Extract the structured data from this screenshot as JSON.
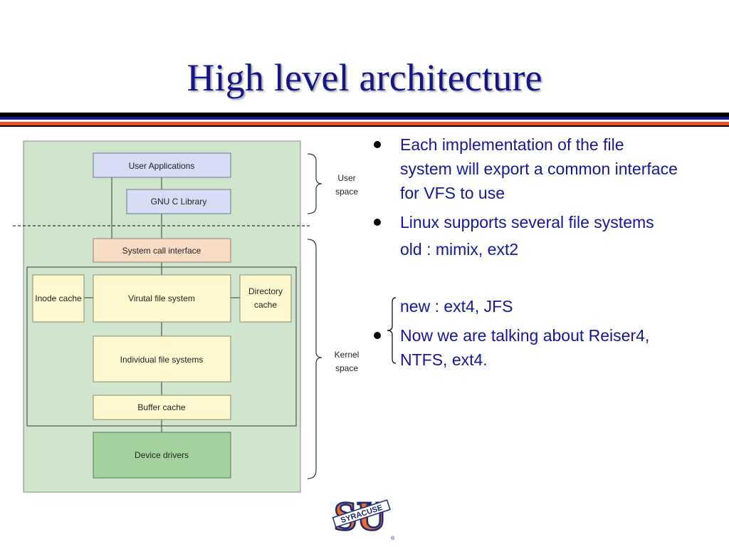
{
  "slide": {
    "title": "High level architecture"
  },
  "diagram": {
    "boxes": {
      "user_applications": "User Applications",
      "gnu_c_library": "GNU C Library",
      "system_call_interface": "System call interface",
      "inode_cache": "Inode cache",
      "virtual_file_system": "Virutal file system",
      "directory_cache_line1": "Directory",
      "directory_cache_line2": "cache",
      "individual_file_systems": "Individual file systems",
      "buffer_cache": "Buffer cache",
      "device_drivers": "Device drivers"
    },
    "labels": {
      "user_space_line1": "User",
      "user_space_line2": "space",
      "kernel_space_line1": "Kernel",
      "kernel_space_line2": "space"
    },
    "colors": {
      "background": "#cfe6cc",
      "user_box": "#d6ddf4",
      "syscall_box": "#f9dcc4",
      "kernel_box": "#fdf8ce",
      "driver_box": "#a3d39c"
    }
  },
  "bullets": {
    "items": [
      {
        "text": "Each implementation of the file system will export a common interface for VFS to use"
      },
      {
        "text": "Linux supports several file systems"
      },
      {
        "text": "Now we are talking about Reiser4, NTFS, ext4."
      }
    ],
    "sub_old": "old : mimix, ext2",
    "sub_new": "new : ext4, JFS"
  },
  "logo": {
    "letters": "SU",
    "band_text": "SYRACUSE",
    "registered": "®"
  }
}
